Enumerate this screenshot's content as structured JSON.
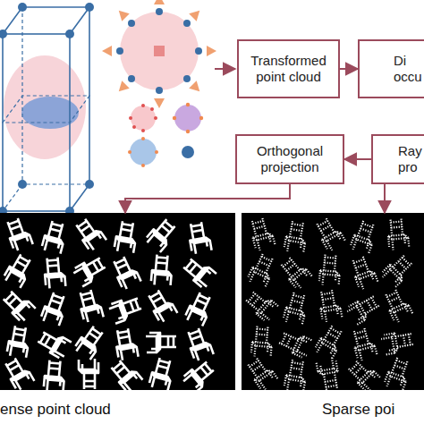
{
  "diagram": {
    "nodes": [
      {
        "text": [
          "Transformed point cloud"
        ]
      },
      {
        "text": [
          "Di occu"
        ]
      },
      {
        "text": [
          "Orthogonal projection"
        ]
      },
      {
        "text": [
          "Ray pro"
        ]
      },
      {
        "text": [
          "ense point cloud"
        ]
      },
      {
        "text": [
          "Sparse poi"
        ]
      }
    ],
    "edges": [
      {
        "from": 0,
        "to": 1,
        "arrow": "to"
      },
      {
        "from": 3,
        "to": 2,
        "arrow": "to"
      },
      {
        "from": 2,
        "to": 4,
        "arrow": "to"
      },
      {
        "from": 3,
        "to": 5,
        "arrow": "to"
      }
    ]
  }
}
